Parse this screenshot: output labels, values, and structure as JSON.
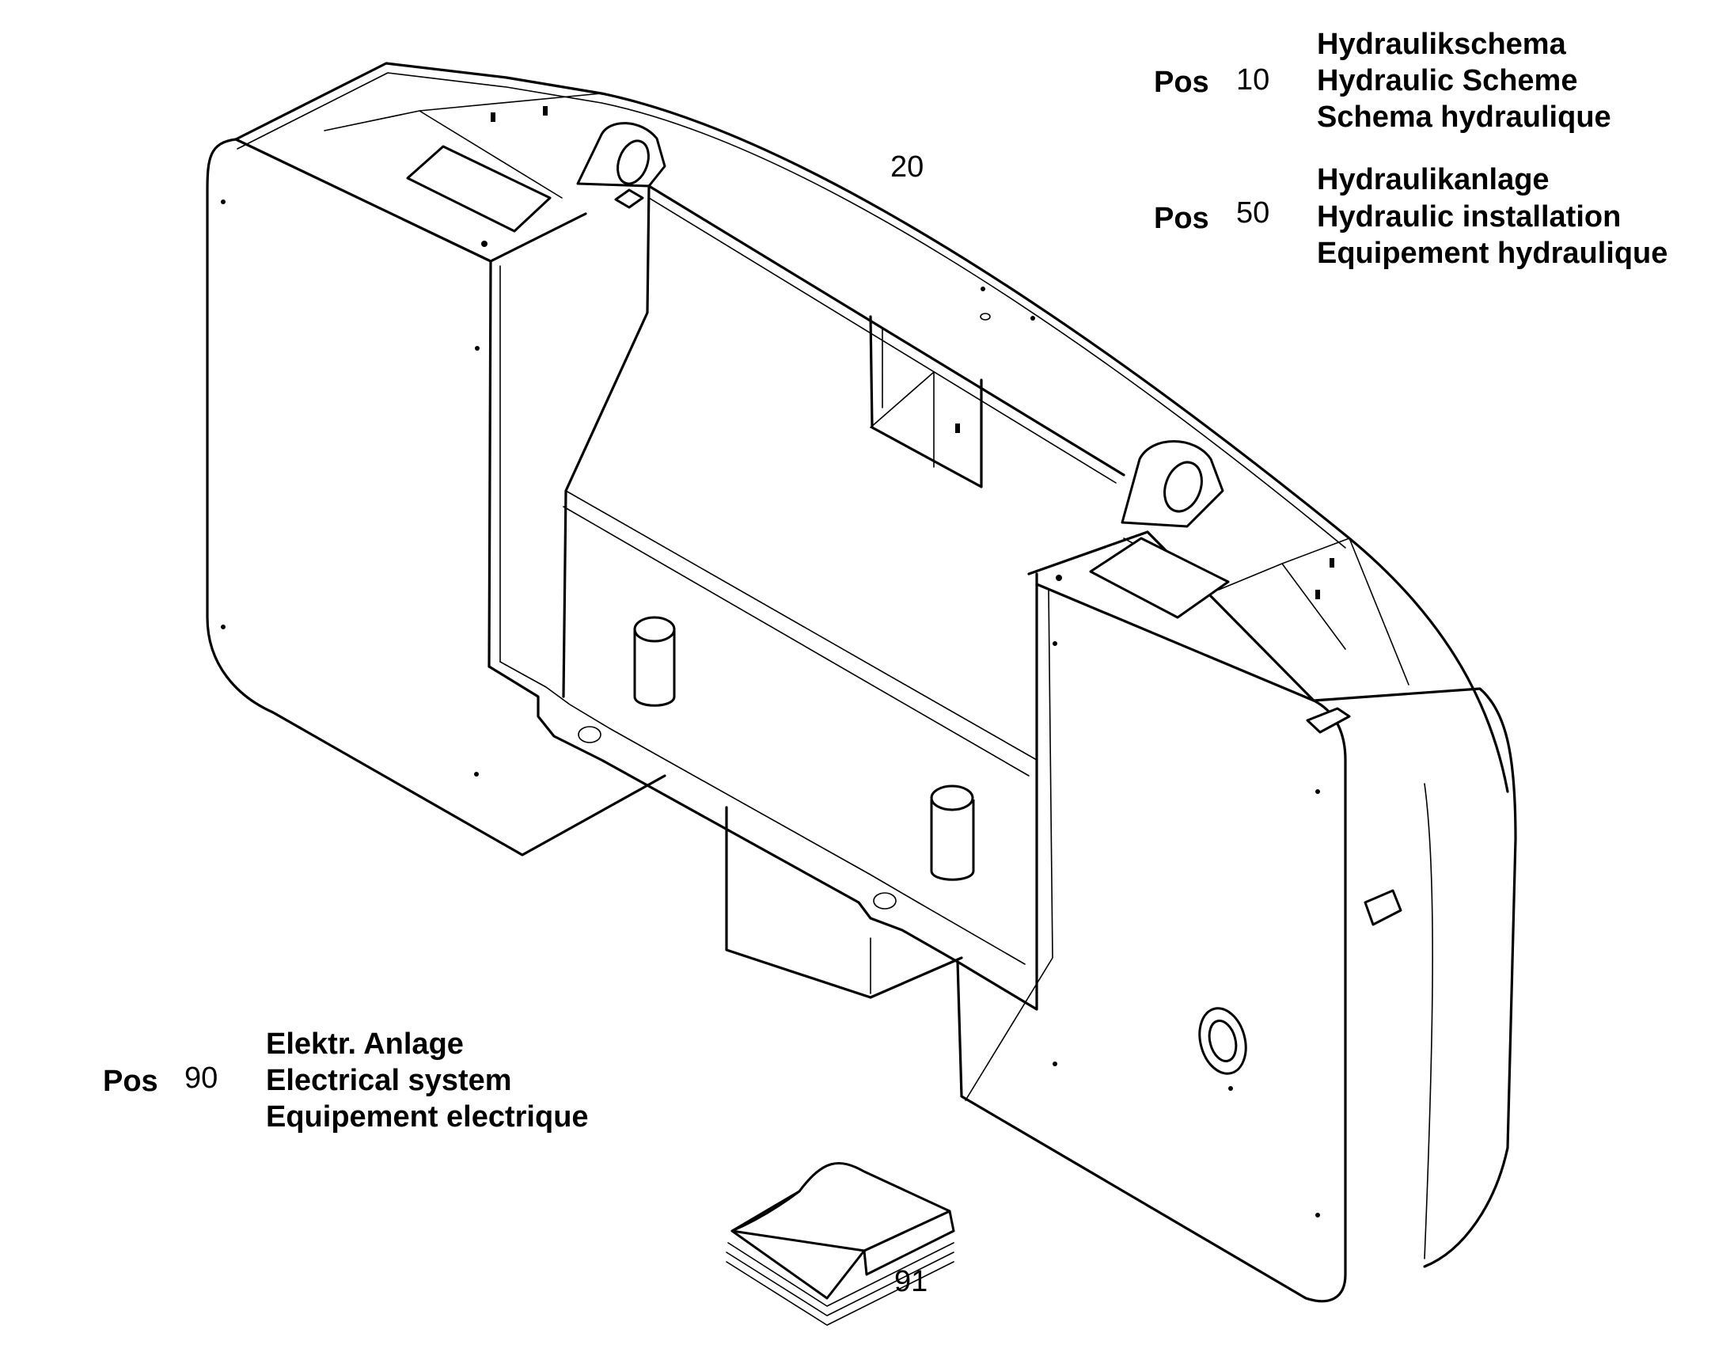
{
  "callouts": {
    "pos10": {
      "pos": "Pos",
      "num": "10",
      "lines": [
        "Hydraulikschema",
        "Hydraulic Scheme",
        "Schema hydraulique"
      ]
    },
    "pos50": {
      "pos": "Pos",
      "num": "50",
      "lines": [
        "Hydraulikanlage",
        "Hydraulic installation",
        "Equipement hydraulique"
      ]
    },
    "pos90": {
      "pos": "Pos",
      "num": "90",
      "lines": [
        "Elektr. Anlage",
        "Electrical system",
        "Equipement electrique"
      ]
    },
    "part20": "20",
    "part91": "91"
  }
}
